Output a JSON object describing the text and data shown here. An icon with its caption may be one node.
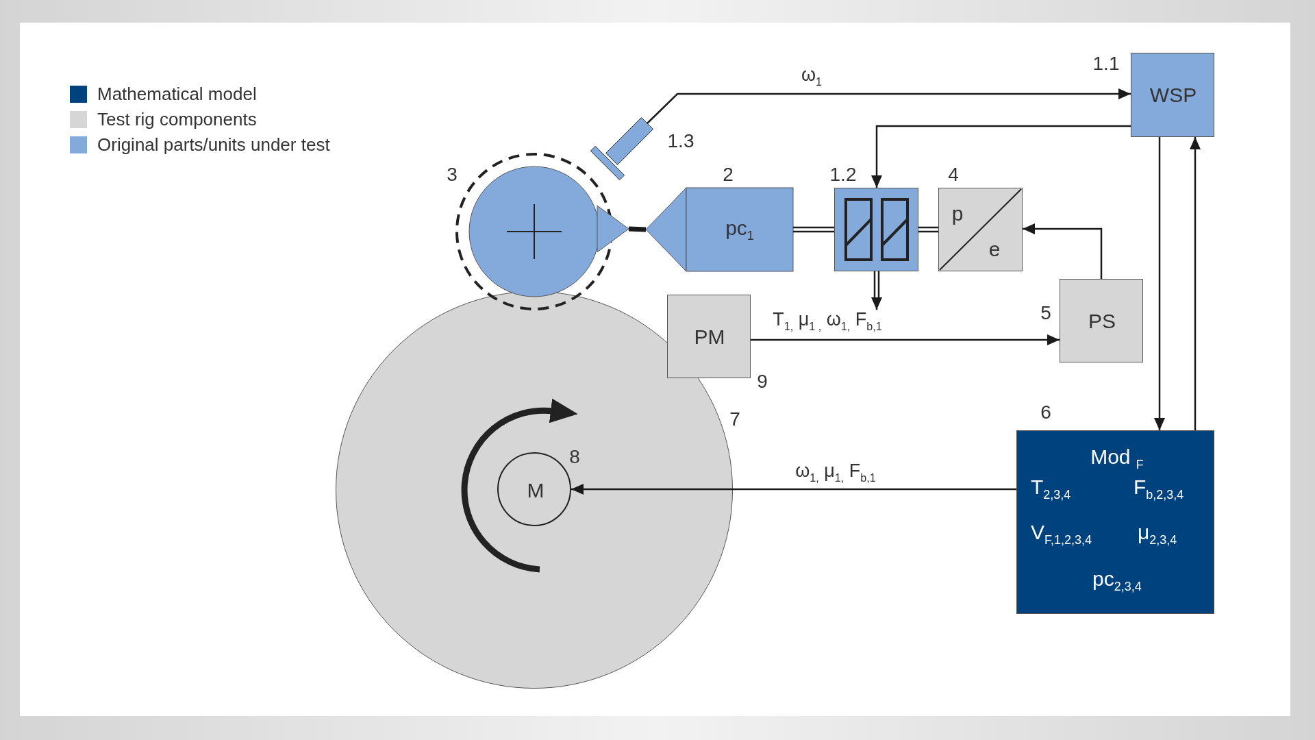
{
  "diagram": {
    "nodes": [
      {
        "text": [
          "WSP"
        ],
        "beside": [
          "1.1"
        ]
      },
      {
        "text": [],
        "shape": "cylinder",
        "beside": [
          "1.3"
        ]
      },
      {
        "text": [],
        "shape": "circle",
        "beside": [
          "3"
        ]
      },
      {
        "text": [
          "pc$_{1}$"
        ],
        "beside": [
          "2"
        ]
      },
      {
        "text": [],
        "shape": "box",
        "beside": [
          "1.2"
        ]
      },
      {
        "text": [
          "p",
          "e"
        ],
        "beside": [
          "4"
        ]
      },
      {
        "text": [
          "PS"
        ],
        "beside": [
          "5"
        ]
      },
      {
        "text": [
          "PM"
        ],
        "beside": [
          "9"
        ]
      },
      {
        "text": [],
        "shape": "circle",
        "beside": [
          "7"
        ]
      },
      {
        "text": [
          "M"
        ],
        "beside": [
          "8"
        ],
        "in": 8
      },
      {
        "text": [
          "Mod $_{F}$",
          "T$_{2,3,4}$",
          "F$_{b,2,3,4}$",
          "V$_{F,1,2,3,4}$",
          "μ$_{2,3,4}$",
          "pc$_{2,3,4}$"
        ],
        "beside": [
          "6"
        ]
      }
    ],
    "edges": [
      {
        "from": 1,
        "to": 0,
        "arrow": "to",
        "label": "ω$_{1}$"
      },
      {
        "from": 0,
        "to": 4,
        "arrow": "to"
      },
      {
        "from": 4,
        "to": null,
        "arrow": "to"
      },
      {
        "from": 6,
        "to": 5,
        "arrow": "to"
      },
      {
        "from": 7,
        "to": 6,
        "arrow": "to",
        "label": "T$_{1,}$ μ$_{1 ,}$ ω$_{1,}$ F$_{b,1}$"
      },
      {
        "from": 0,
        "to": 10,
        "arrow": "to"
      },
      {
        "from": 10,
        "to": 0,
        "arrow": "to"
      },
      {
        "from": 10,
        "to": 9,
        "arrow": "to",
        "label": "ω$_{1,}$ μ$_{1,}$ F$_{b,1}$"
      },
      {
        "from": 3,
        "to": 4,
        "arrow": "none"
      },
      {
        "from": 4,
        "to": 5,
        "arrow": "none"
      },
      {
        "from": 2,
        "to": 3,
        "arrow": "none",
        "style": "thick"
      }
    ],
    "legend": [
      {
        "text": "Mathematical model",
        "color": "#00427e"
      },
      {
        "text": "Test rig components",
        "color": "#d6d6d6"
      },
      {
        "text": "Original parts/units under test",
        "color": "#84aadb"
      }
    ]
  }
}
